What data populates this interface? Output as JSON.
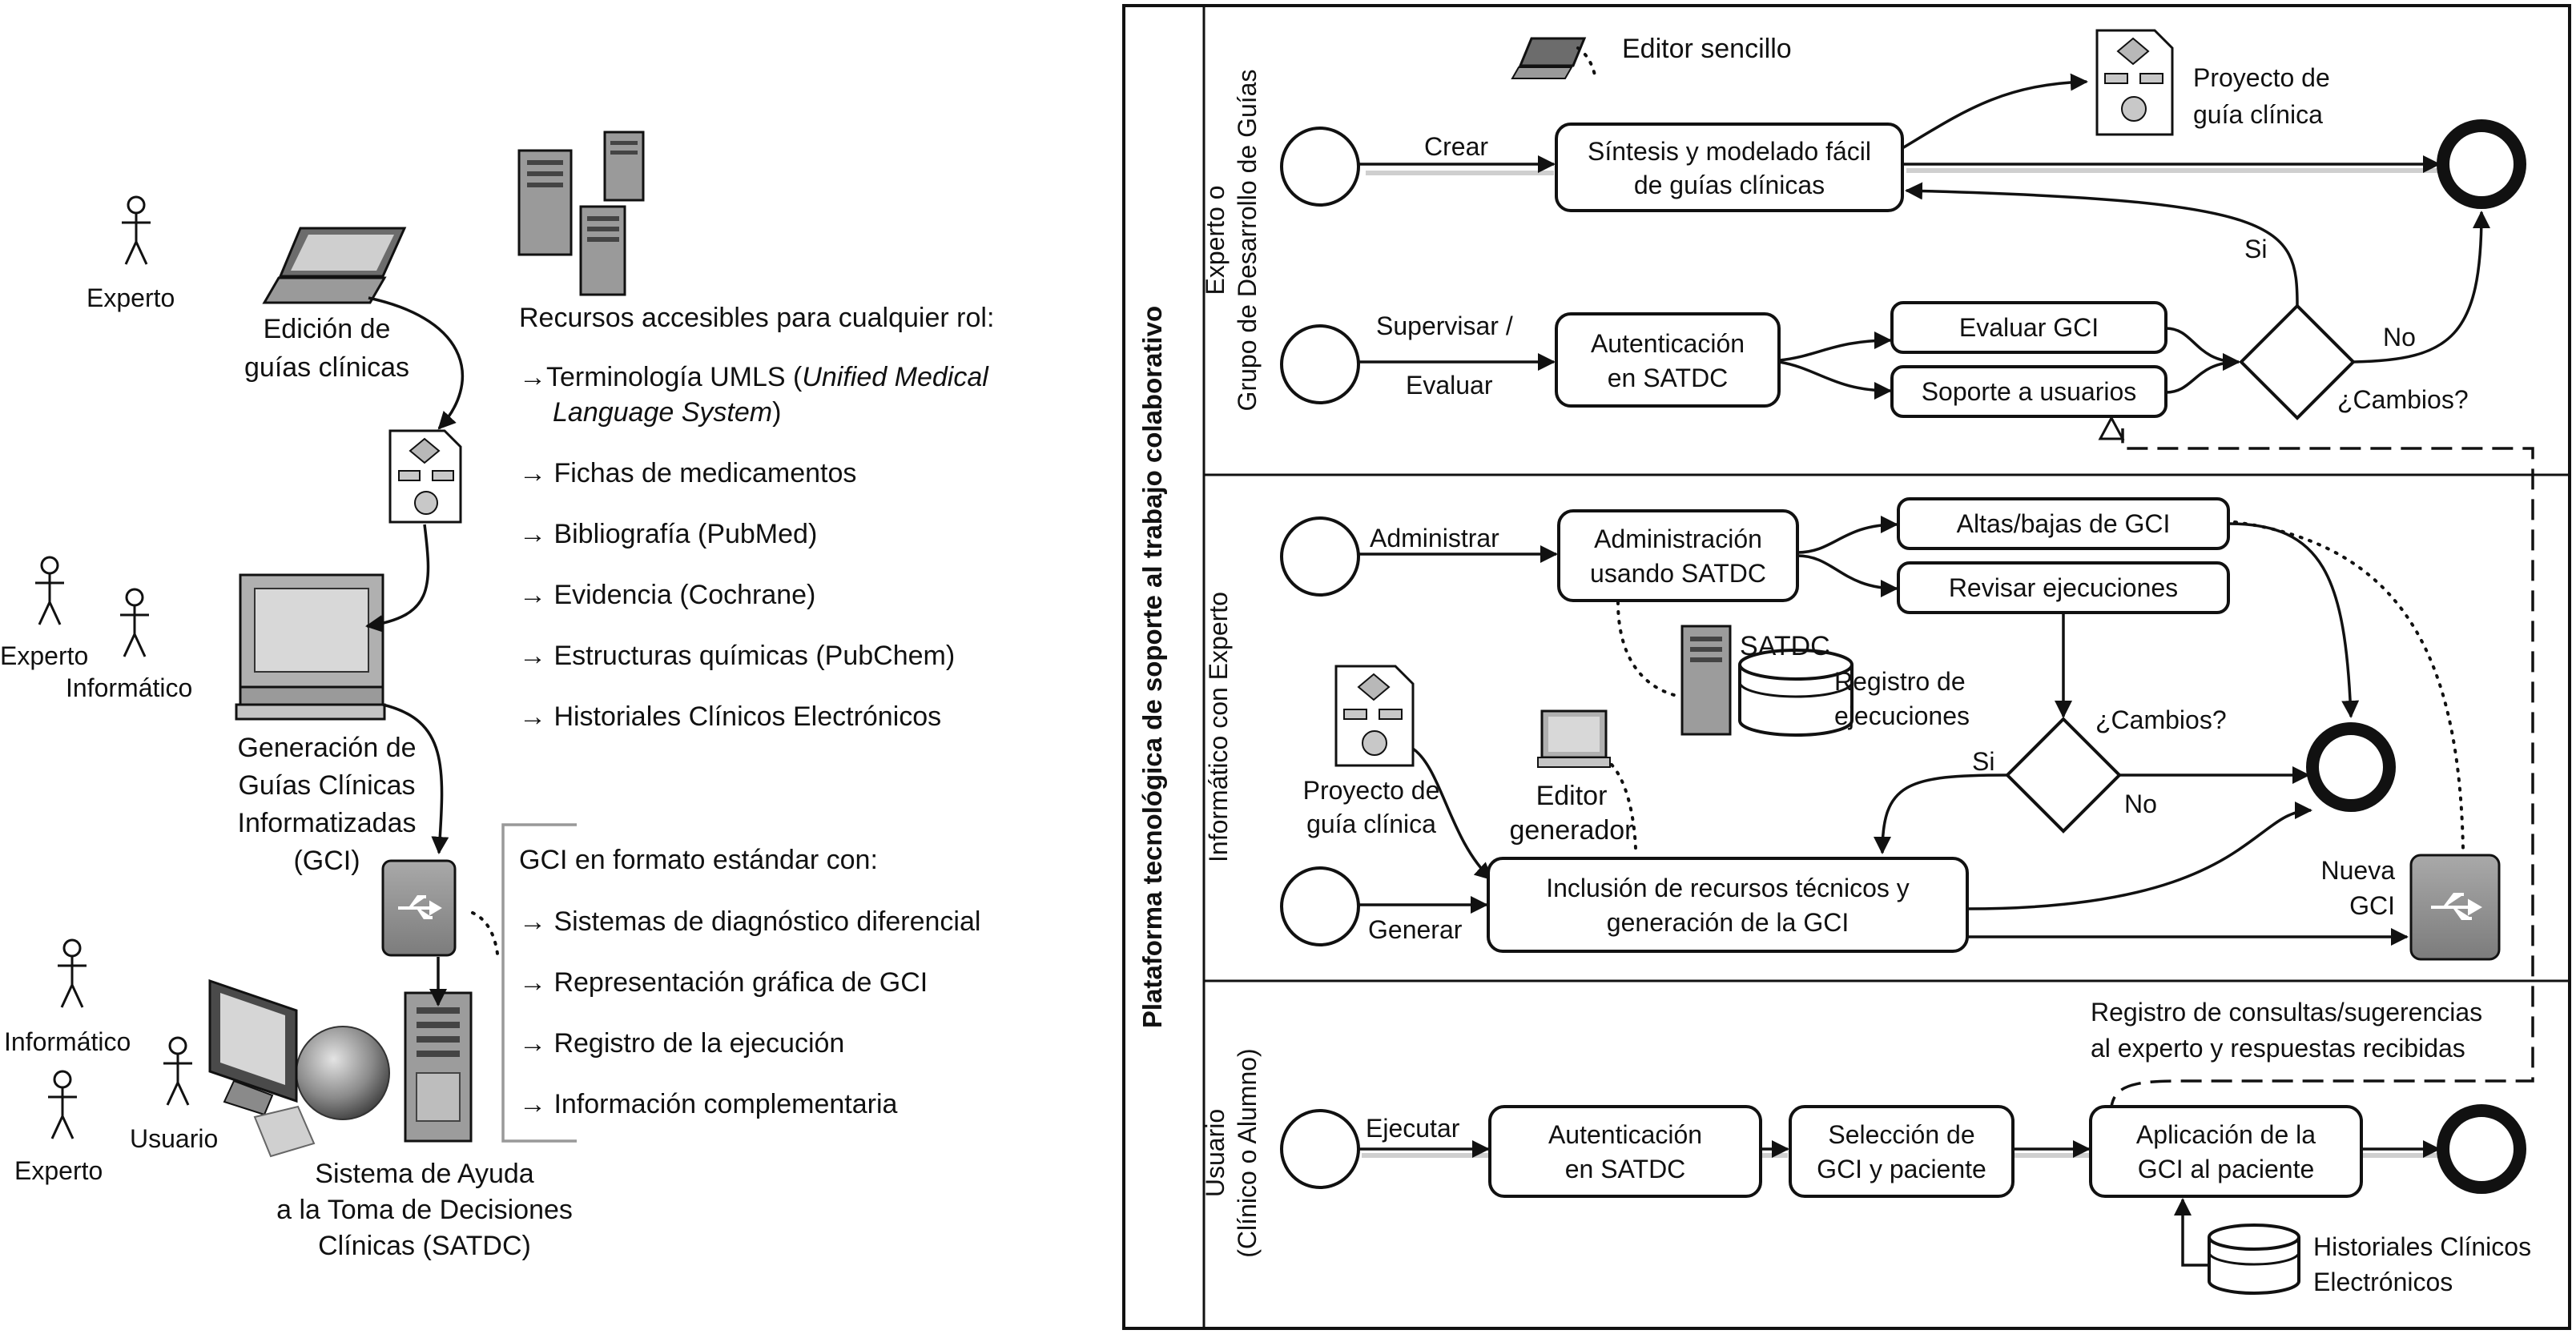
{
  "left": {
    "roles": {
      "experto_top": "Experto",
      "experto_mid": "Experto",
      "informatico_mid": "Informático",
      "informatico_bot": "Informático",
      "usuario_bot": "Usuario",
      "experto_bot": "Experto"
    },
    "edicion": [
      "Edición de",
      "guías clínicas"
    ],
    "generacion": [
      "Generación de",
      "Guías Clínicas",
      "Informatizadas",
      "(GCI)"
    ],
    "satdc": [
      "Sistema de Ayuda",
      "a la Toma de Decisiones",
      "Clínicas (SATDC)"
    ],
    "recursos_title": "Recursos accesibles para cualquier rol:",
    "recursos": [
      {
        "prefix": "→Terminología UMLS (",
        "italic": "Unified Medical",
        "line2_italic": "Language System",
        "line2_suffix": ")"
      },
      {
        "text": "→ Fichas de medicamentos"
      },
      {
        "text": "→ Bibliografía (PubMed)"
      },
      {
        "text": "→ Evidencia (Cochrane)"
      },
      {
        "text": "→ Estructuras químicas (PubChem)"
      },
      {
        "text": "→ Historiales Clínicos Electrónicos"
      }
    ],
    "gci_title": "GCI en formato estándar con:",
    "gci_items": [
      "→ Sistemas de diagnóstico diferencial",
      "→ Representación gráfica de GCI",
      "→ Registro de la ejecución",
      "→ Información complementaria"
    ]
  },
  "right": {
    "platform_title": "Plataforma tecnológica de soporte al trabajo colaborativo",
    "lanes": {
      "lane1": [
        "Experto  o",
        "Grupo de Desarrollo de Guías"
      ],
      "lane2": [
        "Informático con Experto"
      ],
      "lane3": [
        "Usuario",
        "(Clínico o Alumno)"
      ]
    },
    "lane1": {
      "editor": "Editor sencillo",
      "proyecto": [
        "Proyecto de",
        "guía clínica"
      ],
      "crear": "Crear",
      "sintesis": [
        "Síntesis y modelado fácil",
        "de guías clínicas"
      ],
      "si": "Si",
      "supervisar": [
        "Supervisar /",
        "Evaluar"
      ],
      "autenticacion": [
        "Autenticación",
        "en SATDC"
      ],
      "evaluar": "Evaluar GCI",
      "soporte": "Soporte a usuarios",
      "no": "No",
      "cambios": "¿Cambios?"
    },
    "lane2": {
      "administrar": "Administrar",
      "administracion": [
        "Administración",
        "usando SATDC"
      ],
      "altas": "Altas/bajas de GCI",
      "revisar": "Revisar ejecuciones",
      "satdc": "SATDC",
      "registro": [
        "Registro de",
        "ejecuciones"
      ],
      "cambios": "¿Cambios?",
      "si": "Si",
      "no": "No",
      "proyecto": [
        "Proyecto de",
        "guía clínica"
      ],
      "editor": [
        "Editor",
        "generador"
      ],
      "inclusion": [
        "Inclusión de recursos técnicos y",
        "generación de la GCI"
      ],
      "generar": "Generar",
      "nueva": [
        "Nueva",
        "GCI"
      ]
    },
    "lane3": {
      "registro_consultas": [
        "Registro de consultas/sugerencias",
        "al experto y respuestas recibidas"
      ],
      "ejecutar": "Ejecutar",
      "autenticacion": [
        "Autenticación",
        "en SATDC"
      ],
      "seleccion": [
        "Selección de",
        "GCI y paciente"
      ],
      "aplicacion": [
        "Aplicación de la",
        "GCI al paciente"
      ],
      "historiales": [
        "Historiales Clínicos",
        "Electrónicos"
      ]
    }
  }
}
